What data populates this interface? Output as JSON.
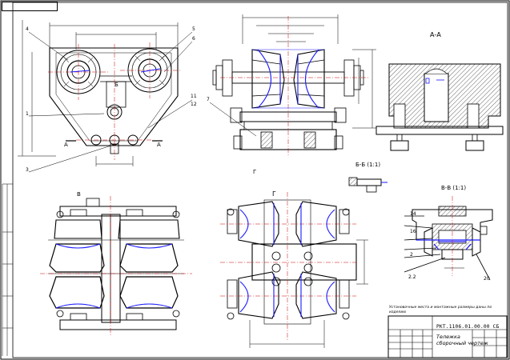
{
  "sheet": {
    "stamp_top": "",
    "views": {
      "section_aa": "А-А",
      "section_bb": "Б-Б (1:1)",
      "section_vv": "В-В (1:1)",
      "view_g": "Г",
      "mark_a_left": "А",
      "mark_a_right": "А",
      "mark_b": "Б",
      "mark_v": "В",
      "mark_g_top": "Г"
    },
    "note": "Установочные места и монтажные размеры даны по изделию",
    "title_block": {
      "code": "РКТ.1106.01.00.00 СБ",
      "title": "Тележка",
      "subtitle": "сборочный чертеж"
    },
    "callouts": [
      "4",
      "5",
      "6",
      "7",
      "1",
      "11",
      "12",
      "3",
      "2",
      "14",
      "16",
      "20",
      "2.2"
    ],
    "colors": {
      "line": "#000000",
      "centerline": "#cc0000",
      "highlight": "#1a1aff",
      "background": "#ffffff"
    }
  }
}
